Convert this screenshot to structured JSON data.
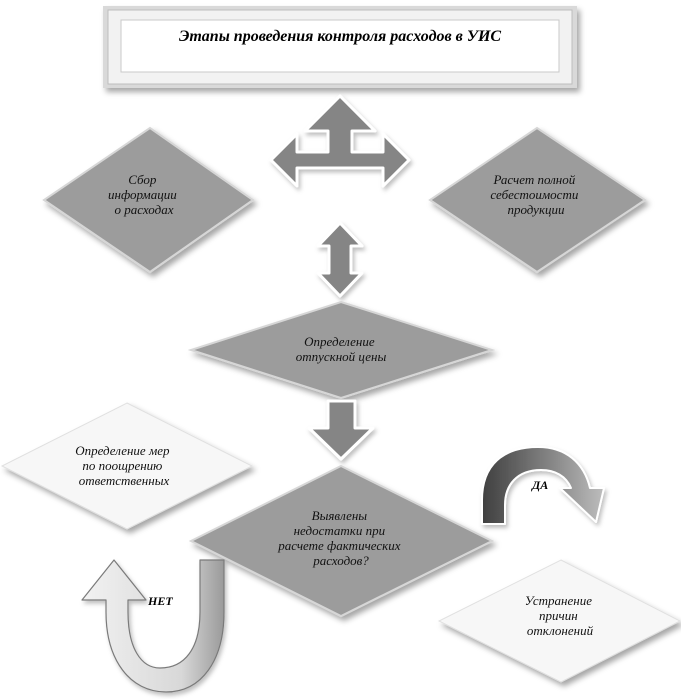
{
  "title": "Этапы проведения контроля расходов в УИС",
  "nodes": {
    "collect": [
      "Сбор",
      "информации",
      "о расходах"
    ],
    "cost": [
      "Расчет полной",
      "себестоимости",
      "продукции"
    ],
    "price": [
      "Определение",
      "отпускной цены"
    ],
    "check": [
      "Выявлены",
      "недостатки при",
      "расчете фактических",
      "расходов?"
    ],
    "reward": [
      "Определение мер",
      "по поощрению",
      "ответственных"
    ],
    "fix": [
      "Устранение",
      "причин",
      "отклонений"
    ]
  },
  "labels": {
    "yes": "ДА",
    "no": "НЕТ"
  },
  "colors": {
    "dark_diamond": "#9c9c9c",
    "light_diamond": "#f7f7f7",
    "arrow": "#858585",
    "frame": "#e6e6e6"
  }
}
